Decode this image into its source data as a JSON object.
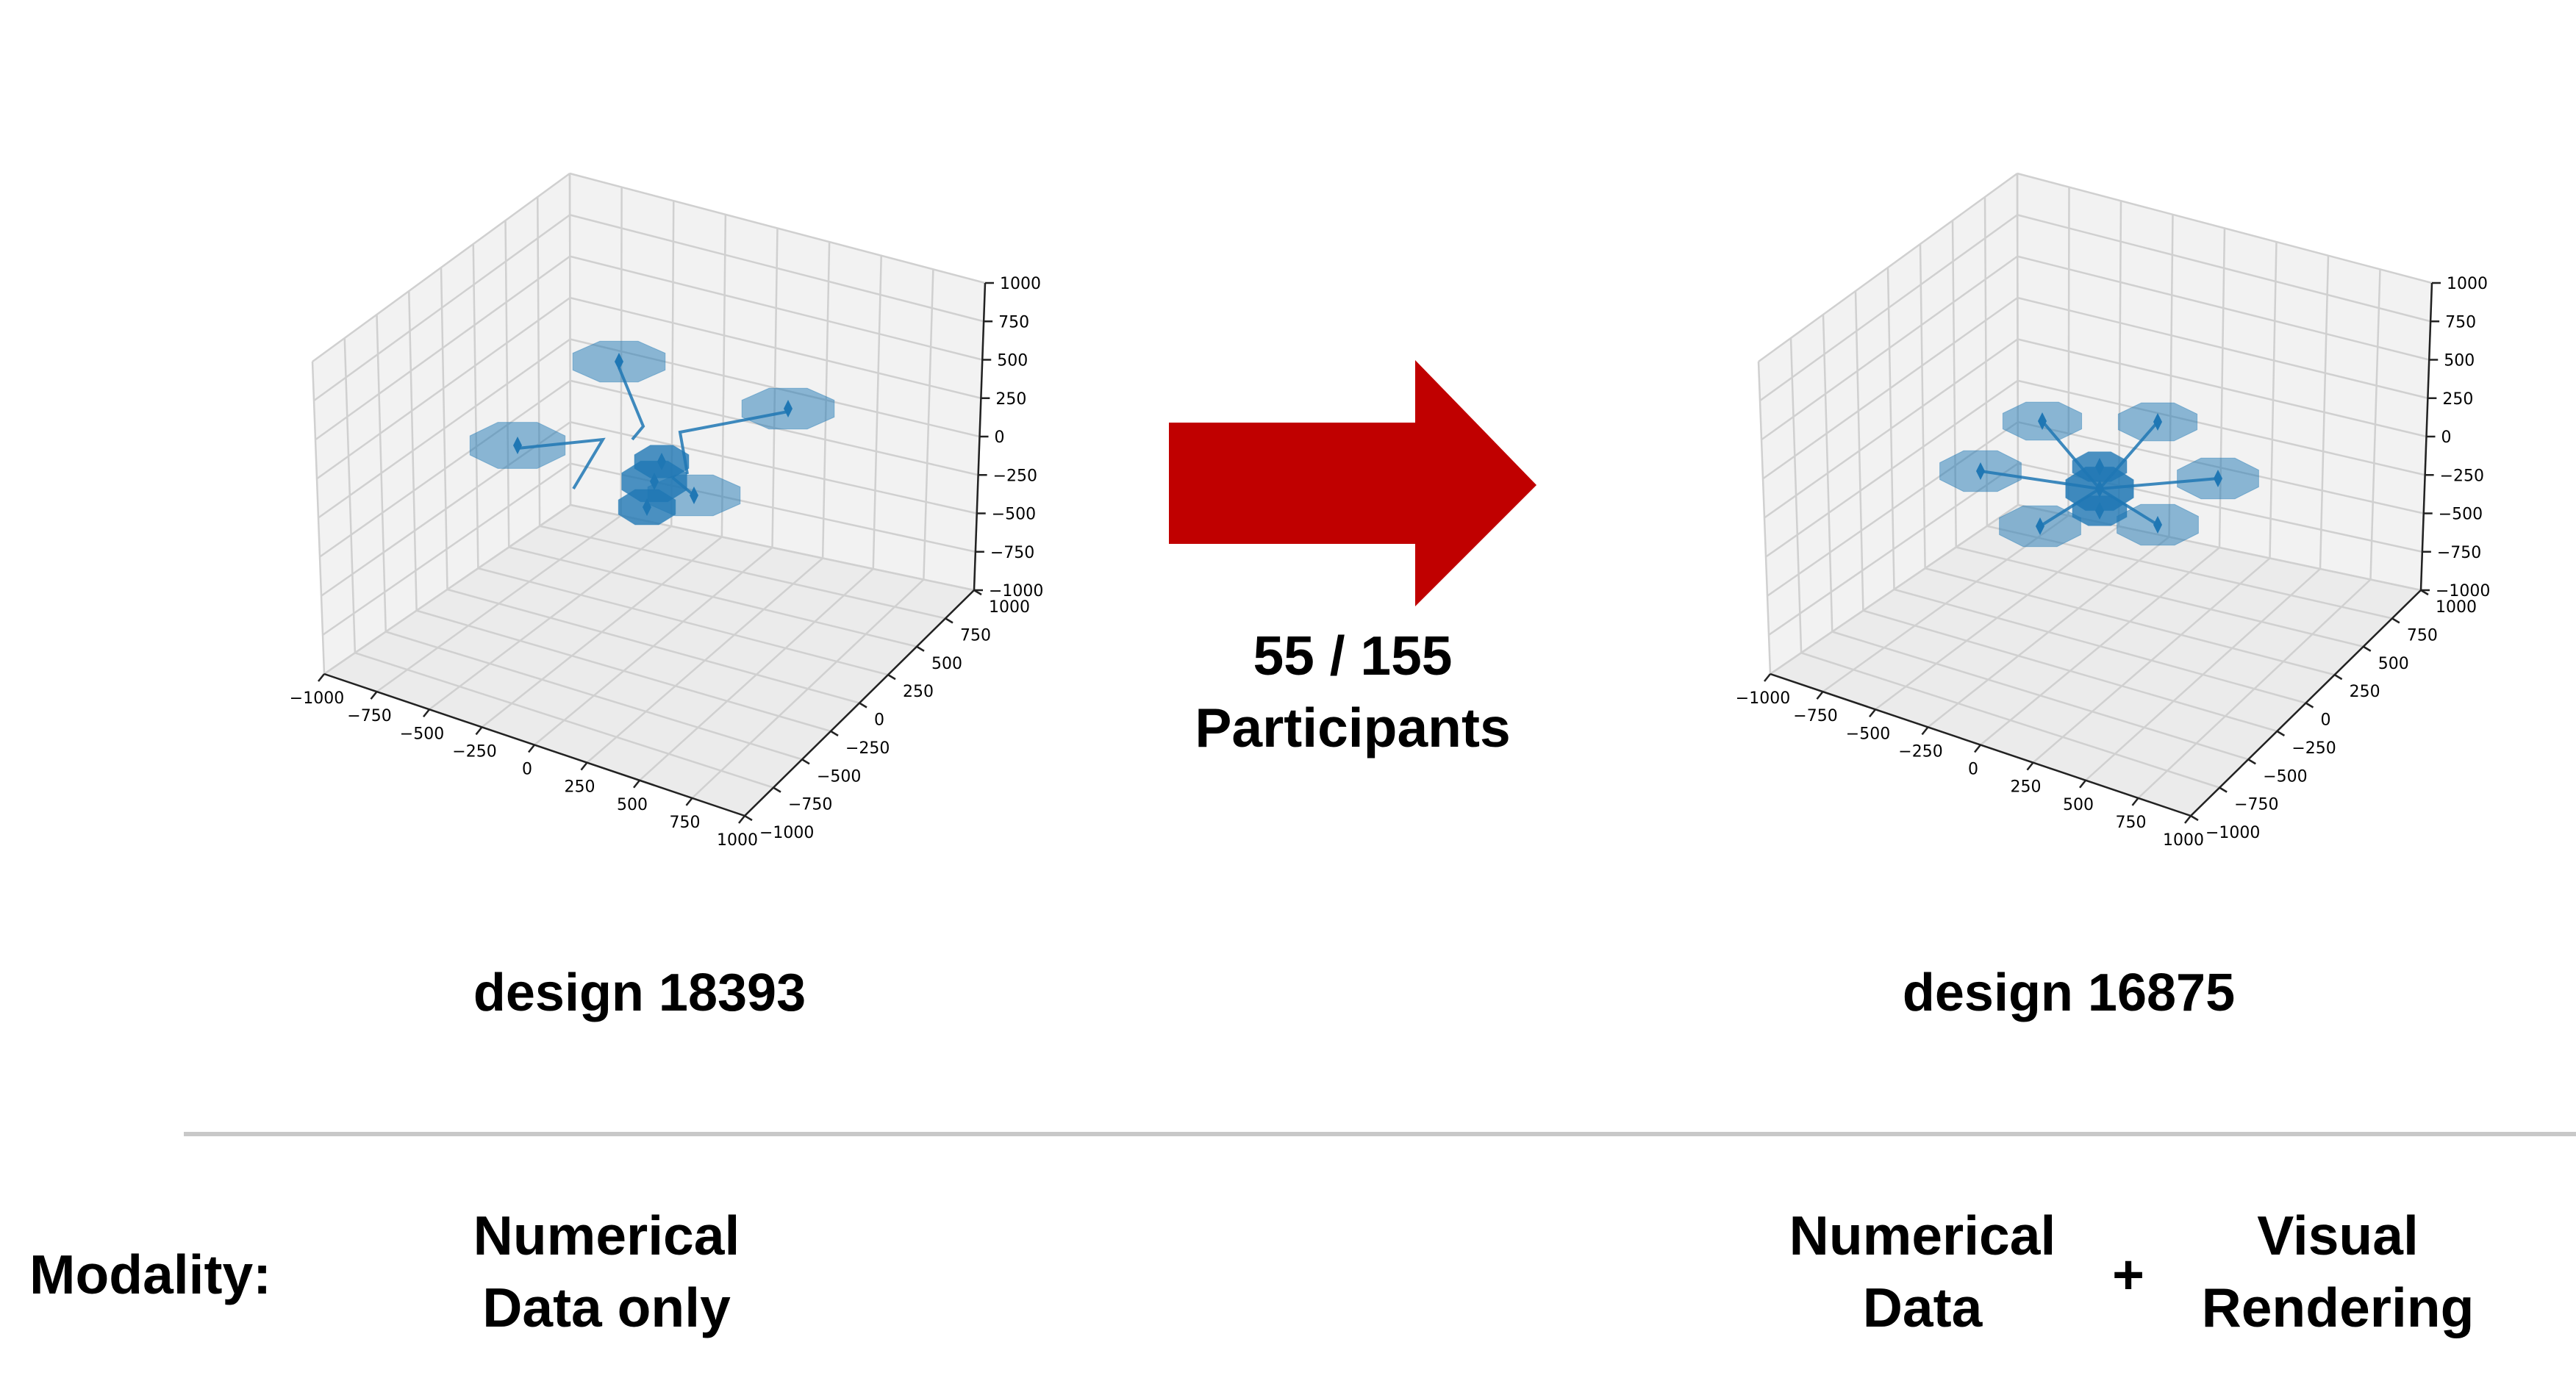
{
  "arrow": {
    "color": "#c00000",
    "line1": "55 / 155",
    "line2": "Participants"
  },
  "left": {
    "caption": "design 18393",
    "modality_line1": "Numerical",
    "modality_line2": "Data only"
  },
  "right": {
    "caption": "design 16875",
    "modality_a_line1": "Numerical",
    "modality_a_line2": "Data",
    "plus": "+",
    "modality_b_line1": "Visual",
    "modality_b_line2": "Rendering"
  },
  "modality_label": "Modality:",
  "plot_ticks": {
    "z": [
      "1000",
      "750",
      "500",
      "250",
      "0",
      "−250",
      "−500",
      "−750",
      "−1000"
    ],
    "x": [
      "−1000",
      "−750",
      "−500",
      "−250",
      "0",
      "250",
      "500",
      "750",
      "1000"
    ],
    "y": [
      "1000",
      "750",
      "500",
      "250",
      "0",
      "−250",
      "−500",
      "−750",
      "−1000"
    ]
  },
  "colors": {
    "rotor": "#1f77b4",
    "pane": "#f2f2f2",
    "grid": "#d0d0d0"
  }
}
